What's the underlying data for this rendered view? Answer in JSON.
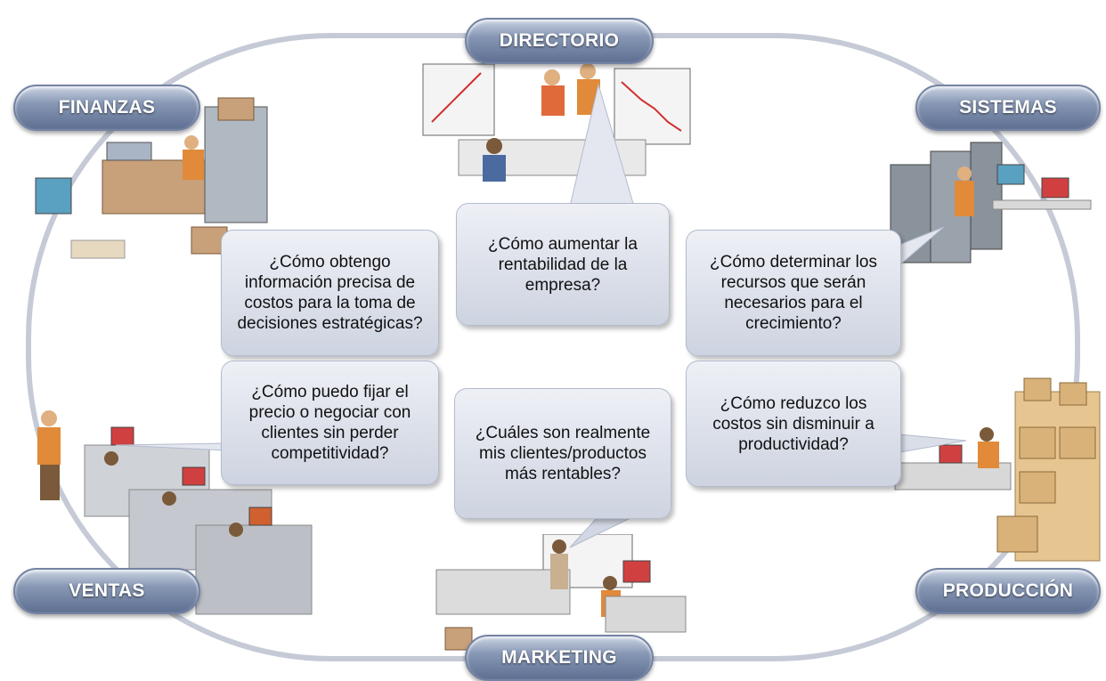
{
  "departments": {
    "directorio": "DIRECTORIO",
    "finanzas": "FINANZAS",
    "sistemas": "SISTEMAS",
    "ventas": "VENTAS",
    "produccion": "PRODUCCIÓN",
    "marketing": "MARKETING"
  },
  "questions": {
    "finanzas": "¿Cómo obtengo información precisa de costos para la toma de decisiones estratégicas?",
    "directorio": "¿Cómo aumentar la rentabilidad de la empresa?",
    "sistemas": "¿Cómo determinar los recursos que serán necesarios para el crecimiento?",
    "ventas": "¿Cómo puedo fijar el precio o negociar con clientes sin perder competitividad?",
    "marketing": "¿Cuáles son realmente mis clientes/productos más rentables?",
    "produccion": "¿Cómo reduzco los costos sin disminuir a productividad?"
  },
  "colors": {
    "pill_top": "#c9d3e2",
    "pill_bottom": "#5e6f92",
    "ring": "#c5cad6",
    "bubble": "#dfe3ec"
  }
}
